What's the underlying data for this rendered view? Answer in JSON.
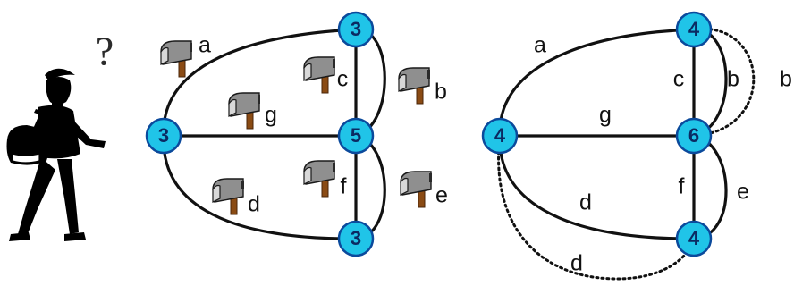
{
  "question_mark": "?",
  "left_graph": {
    "nodes": [
      {
        "id": "L-left",
        "label": "3"
      },
      {
        "id": "L-top",
        "label": "3"
      },
      {
        "id": "L-center",
        "label": "5"
      },
      {
        "id": "L-bottom",
        "label": "3"
      }
    ],
    "edge_labels": {
      "a": "a",
      "b": "b",
      "c": "c",
      "d": "d",
      "e": "e",
      "f": "f",
      "g": "g"
    }
  },
  "right_graph": {
    "nodes": [
      {
        "id": "R-left",
        "label": "4"
      },
      {
        "id": "R-top",
        "label": "4"
      },
      {
        "id": "R-center",
        "label": "6"
      },
      {
        "id": "R-bottom",
        "label": "4"
      }
    ],
    "edge_labels": {
      "a": "a",
      "b": "b",
      "b_dup": "b",
      "c": "c",
      "d": "d",
      "d_dup": "d",
      "e": "e",
      "f": "f",
      "g": "g"
    }
  },
  "colors": {
    "node_fill": "#20c4e8",
    "node_stroke": "#0b4a9c",
    "edge": "#111111",
    "mailbox_post": "#8a4b14"
  }
}
